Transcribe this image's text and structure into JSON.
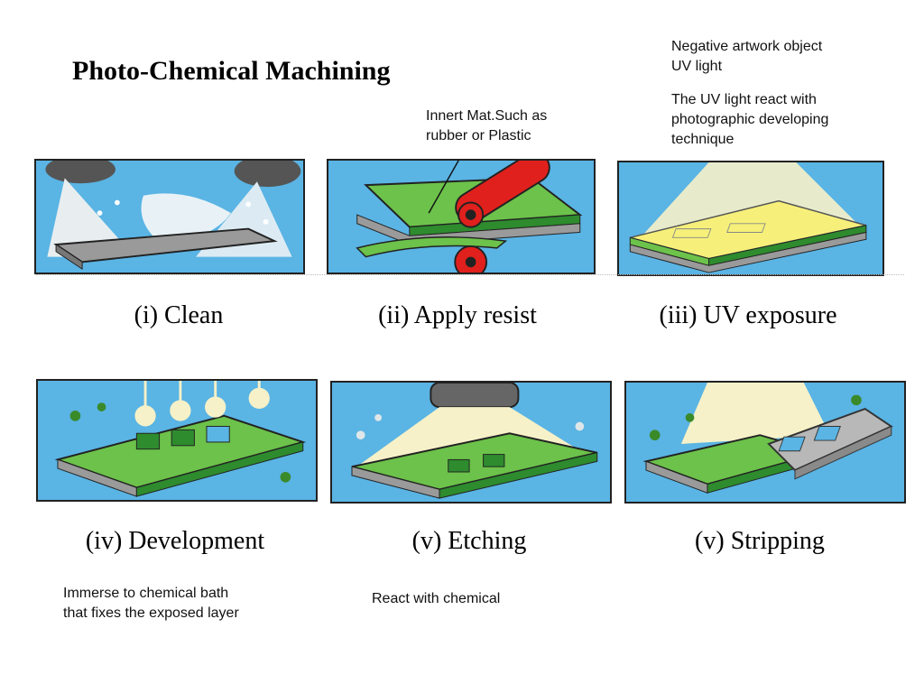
{
  "title": "Photo-Chemical Machining",
  "notes": {
    "uv_line1": "Negative artwork object",
    "uv_line2": "UV light",
    "uv_desc_line1": "The UV light react with",
    "uv_desc_line2": "photographic developing",
    "uv_desc_line3": "technique",
    "inert_line1": "Innert Mat.Such as",
    "inert_line2": "rubber or Plastic",
    "develop_line1": "Immerse to chemical bath",
    "develop_line2": "that fixes the exposed layer",
    "etch": "React with chemical"
  },
  "steps": [
    {
      "caption": "(i) Clean",
      "icon": "cleaning-spray-illustration"
    },
    {
      "caption": "(ii) Apply resist",
      "icon": "roller-resist-illustration"
    },
    {
      "caption": "(iii) UV exposure",
      "icon": "uv-exposure-illustration"
    },
    {
      "caption": "(iv) Development",
      "icon": "development-spray-illustration"
    },
    {
      "caption": "(v) Etching",
      "icon": "etching-illustration"
    },
    {
      "caption": "(v) Stripping",
      "icon": "stripping-illustration"
    }
  ],
  "colors": {
    "sky": "#5ab4e4",
    "green": "#6cc24a",
    "dark_green": "#2e8b2e",
    "grey": "#9a9a9a",
    "red": "#e0201c",
    "yellow": "#f6f07a",
    "cream": "#f6f1c8"
  }
}
